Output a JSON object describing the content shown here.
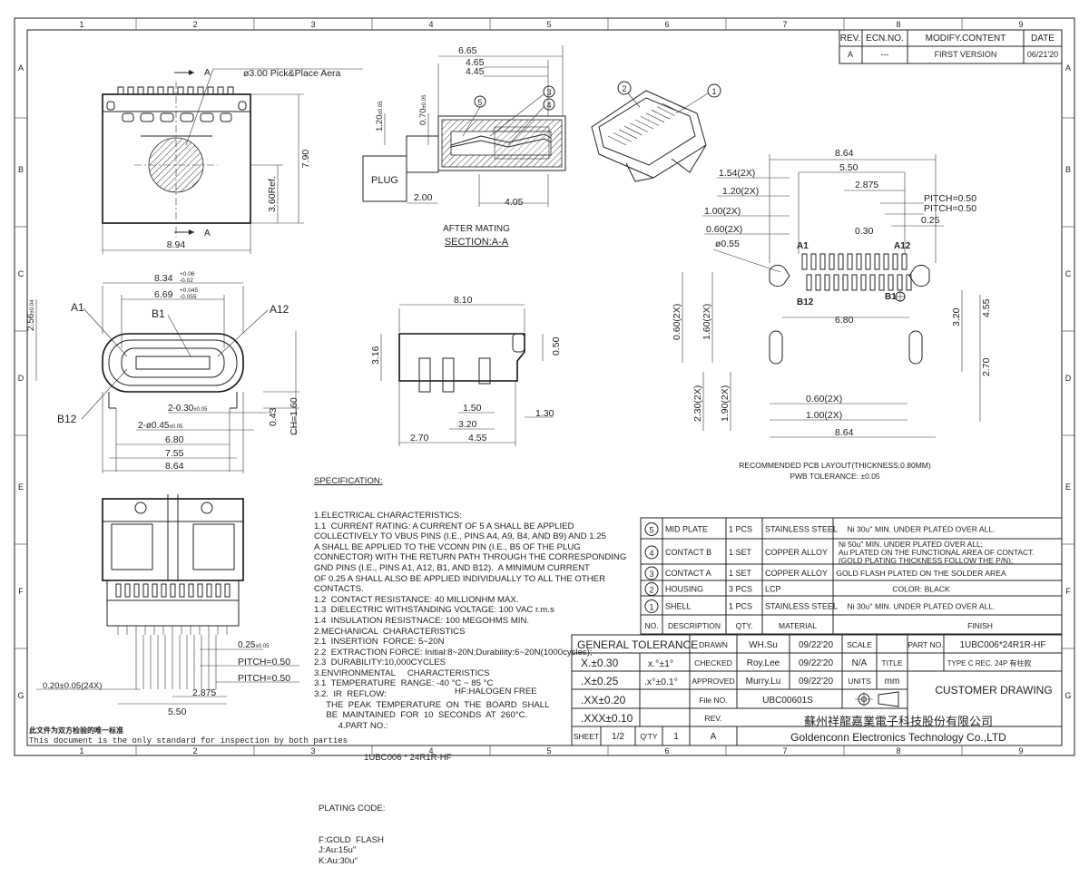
{
  "frame": {
    "cols": [
      "1",
      "2",
      "3",
      "4",
      "5",
      "6",
      "7",
      "8",
      "9"
    ],
    "rows": [
      "A",
      "B",
      "C",
      "D",
      "E",
      "F",
      "G"
    ]
  },
  "revision": {
    "headers": {
      "rev": "REV.",
      "ecn": "ECN.NO.",
      "modify": "MODIFY.CONTENT",
      "date": "DATE"
    },
    "row": {
      "rev": "A",
      "ecn": "---",
      "modify": "FIRST VERSION",
      "date": "06/21'20"
    }
  },
  "top_view": {
    "pick_place": "ø3.00 Pick&Place Aera",
    "section_mark_top": "A",
    "section_mark_bottom": "A",
    "dim_height": "7.90",
    "dim_ref": "3.60Ref.",
    "dim_width": "8.94"
  },
  "section_view": {
    "d665": "6.65",
    "d465": "4.65",
    "d445": "4.45",
    "d120": "1.20",
    "tol120": "±0.05",
    "d070": "0.70",
    "tol070": "±0.05",
    "plug": "PLUG",
    "d200": "2.00",
    "d405": "4.05",
    "caption1": "AFTER MATING",
    "caption2": "SECTION:A-A",
    "callouts": [
      "5",
      "3",
      "4"
    ]
  },
  "iso_view": {
    "callouts": [
      "2",
      "1"
    ]
  },
  "pcb_layout": {
    "d864": "8.64",
    "d550": "5.50",
    "d154": "1.54(2X)",
    "d120": "1.20(2X)",
    "d2875": "2.875",
    "pitch1": "PITCH=0.50",
    "pitch2": "PITCH=0.50",
    "d025": "0.25",
    "d100": "1.00(2X)",
    "d060": "0.60(2X)",
    "d030": "0.30",
    "d055": "ø0.55",
    "a1": "A1",
    "a12": "A12",
    "b12": "B12",
    "b1": "B1",
    "d160": "1.60(2X)",
    "d060v": "0.60(2X)",
    "d680": "6.80",
    "d320": "3.20",
    "d455": "4.55",
    "d270": "2.70",
    "d230": "2.30(2X)",
    "d190": "1.90(2X)",
    "d060b": "0.60(2X)",
    "d100b": "1.00(2X)",
    "d864b": "8.64",
    "caption1": "RECOMMENDED PCB LAYOUT(THICKNESS:0.80MM)",
    "caption2": "PWB TOLERANCE: ±0.05"
  },
  "front_view": {
    "d834": "8.34",
    "tol834a": "+0.06",
    "tol834b": "-0.02",
    "d669": "6.69",
    "tol669a": "+0.045",
    "tol669b": "-0.055",
    "d256": "2.56",
    "tol256": "±0.04",
    "a1": "A1",
    "b1": "B1",
    "a12": "A12",
    "b12": "B12",
    "d2030": "2-0.30",
    "tol2030": "±0.05",
    "d2045": "2-ø0.45",
    "tol2045": "±0.05",
    "d680": "6.80",
    "d755": "7.55",
    "d864": "8.64",
    "d043": "0.43",
    "ch": "CH=1.60"
  },
  "side_view": {
    "d810": "8.10",
    "d316": "3.16",
    "d050": "0.50",
    "d150": "1.50",
    "d130": "1.30",
    "d320": "3.20",
    "d270": "2.70",
    "d455": "4.55"
  },
  "bottom_view": {
    "d025": "0.25",
    "tol025": "±0.05",
    "pitch1": "PITCH=0.50",
    "pitch2": "PITCH=0.50",
    "d020": "0.20±0.05(24X)",
    "d2875": "2.875",
    "d550": "5.50"
  },
  "specification": {
    "title": "SPECIFICATION:",
    "lines": [
      "1.ELECTRICAL CHARACTERISTICS:",
      "1.1  CURRENT RATING: A CURRENT OF 5 A SHALL BE APPLIED",
      "COLLECTIVELY TO VBUS PINS (I.E., PINS A4, A9, B4, AND B9) AND 1.25",
      "A SHALL BE APPLIED TO THE VCONN PIN (I.E., B5 OF THE PLUG",
      "CONNECTOR) WITH THE RETURN PATH THROUGH THE CORRESPONDING",
      "GND PINS (I.E., PINS A1, A12, B1, AND B12).  A MINIMUM CURRENT",
      "OF 0.25 A SHALL ALSO BE APPLIED INDIVIDUALLY TO ALL THE OTHER",
      "CONTACTS.",
      "1.2  CONTACT RESISTANCE: 40 MILLIONHM MAX.",
      "1.3  DIELECTRIC WITHSTANDING VOLTAGE: 100 VAC r.m.s",
      "1.4  INSULATION RESISTNACE: 100 MEGOHMS MIN.",
      "2.MECHANICAL  CHARACTERISTICS",
      "2.1  INSERTION  FORCE: 5~20N",
      "2.2  EXTRACTION FORCE: Initial:8~20N;Durability:6~20N(1000cycles);",
      "2.3  DURABILITY:10,000CYCLES",
      "3.ENVIRONMENTAL     CHARACTERISTICS",
      "3.1  TEMPERATURE  RANGE: -40 °C ~ 85 °C",
      "3.2.  IR  REFLOW:",
      "     THE  PEAK  TEMPERATURE  ON  THE  BOARD  SHALL",
      "     BE  MAINTAINED  FOR  10  SECONDS  AT  260°C.",
      "          4.PART NO.:"
    ],
    "partno": "1UBC006 * 24R1R-HF",
    "halogen": "HF:HALOGEN FREE",
    "plating_title": "PLATING CODE:",
    "plating": [
      "F:GOLD  FLASH",
      "J:Au:15u''",
      "K:Au:30u''"
    ]
  },
  "footnote": {
    "cn": "此文件为双方检验的唯一标准",
    "en": "This document is the only standard for inspection by both parties"
  },
  "bom": {
    "rows": [
      {
        "no": "5",
        "desc": "MID PLATE",
        "qty": "1 PCS",
        "material": "STAINLESS STEEL",
        "finish": [
          "Ni 30u'' MIN. UNDER PLATED OVER ALL."
        ]
      },
      {
        "no": "4",
        "desc": "CONTACT B",
        "qty": "1 SET",
        "material": "COPPER ALLOY",
        "finish": [
          "Ni 50u'' MIN. UNDER PLATED OVER ALL;",
          "Au PLATED ON THE FUNCTIONAL AREA OF CONTACT.",
          "(GOLD PLATING THICKNESS FOLLOW THE P/N);"
        ]
      },
      {
        "no": "3",
        "desc": "CONTACT A",
        "qty": "1 SET",
        "material": "COPPER ALLOY",
        "finish": [
          "GOLD FLASH PLATED ON THE SOLDER AREA"
        ]
      },
      {
        "no": "2",
        "desc": "HOUSING",
        "qty": "3 PCS",
        "material": "LCP",
        "finish": [
          "COLOR: BLACK"
        ]
      },
      {
        "no": "1",
        "desc": "SHELL",
        "qty": "1 PCS",
        "material": "STAINLESS STEEL",
        "finish": [
          "Ni 30u'' MIN. UNDER PLATED OVER ALL."
        ]
      }
    ],
    "header": {
      "no": "NO.",
      "desc": "DESCRIPTION",
      "qty": "QTY.",
      "material": "MATERIAL",
      "finish": "FINISH"
    }
  },
  "title_block": {
    "general_tolerance": "GENERAL TOLERANCE",
    "tol": [
      "X.±0.30",
      ".X±0.25",
      ".XX±0.20",
      ".XXX±0.10"
    ],
    "ang": [
      "x.°±1°",
      ".x°±0.1°"
    ],
    "drawn": "DRAWN",
    "drawn_by": "WH.Su",
    "drawn_date": "09/22'20",
    "checked": "CHECKED",
    "checked_by": "Roy.Lee",
    "checked_date": "09/22'20",
    "approved": "APPROVED",
    "approved_by": "Murry.Lu",
    "approved_date": "09/22'20",
    "scale": "SCALE",
    "scale_val": "N/A",
    "units": "UNITS",
    "units_val": "mm",
    "part_no": "PART NO.",
    "part_no_val": "1UBC006*24R1R-HF",
    "title": "TITLE",
    "title_val": "TYPE C REC. 24P 有柱款",
    "customer": "CUSTOMER DRAWING",
    "file_no": "File NO.",
    "file_no_val": "UBC00601S",
    "rev": "REV.",
    "rev_val": "A",
    "sheet": "SHEET",
    "sheet_val": "1/2",
    "qty": "Q'TY",
    "qty_val": "1",
    "company_cn": "蘇州祥龍嘉業電子科技股份有限公司",
    "company_en": "Goldenconn Electronics Technology Co.,LTD"
  }
}
